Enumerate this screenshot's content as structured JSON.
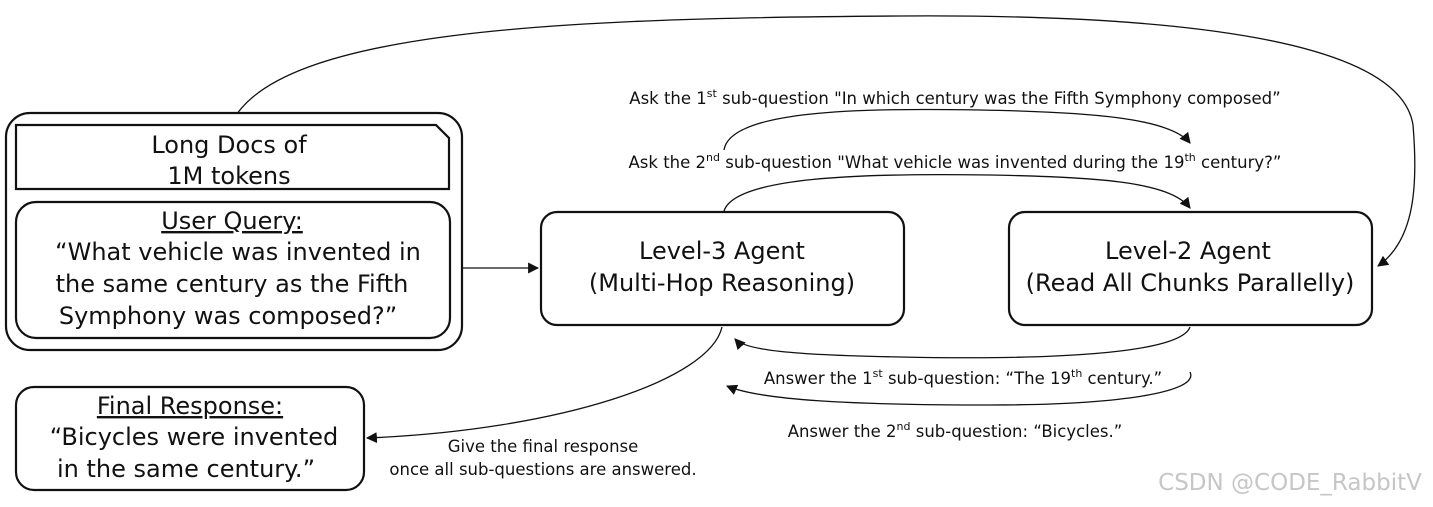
{
  "nodes": {
    "long_docs": {
      "line1": "Long Docs of",
      "line2": "1M tokens"
    },
    "user_query": {
      "heading": "User Query:",
      "line1": "“What vehicle was invented in",
      "line2": "the same century as the Fifth",
      "line3": "Symphony was composed?”"
    },
    "level3": {
      "title": "Level-3 Agent",
      "subtitle": "(Multi-Hop Reasoning)"
    },
    "level2": {
      "title": "Level-2 Agent",
      "subtitle": "(Read All Chunks Parallelly)"
    },
    "final_response": {
      "heading": "Final Response:",
      "line1": "“Bicycles were invented",
      "line2": "in the same century.”"
    }
  },
  "edges": {
    "ask1": {
      "prefix": "Ask the 1",
      "sup": "st",
      "rest": " sub-question \"In which century was the Fifth Symphony composed”"
    },
    "ask2": {
      "prefix": "Ask the 2",
      "sup": "nd",
      "rest1": " sub-question \"What vehicle was invented during the 19",
      "sup2": "th",
      "rest2": " century?”"
    },
    "answer1": {
      "prefix": "Answer the 1",
      "sup": "st",
      "mid": " sub-question:  “The 19",
      "sup2": "th",
      "rest": " century.”"
    },
    "answer2": {
      "prefix": "Answer the 2",
      "sup": "nd",
      "rest": " sub-question:  “Bicycles.”"
    },
    "final": {
      "line1": "Give the final response",
      "line2": "once all sub-questions are answered."
    }
  },
  "watermark": "CSDN @CODE_RabbitV"
}
